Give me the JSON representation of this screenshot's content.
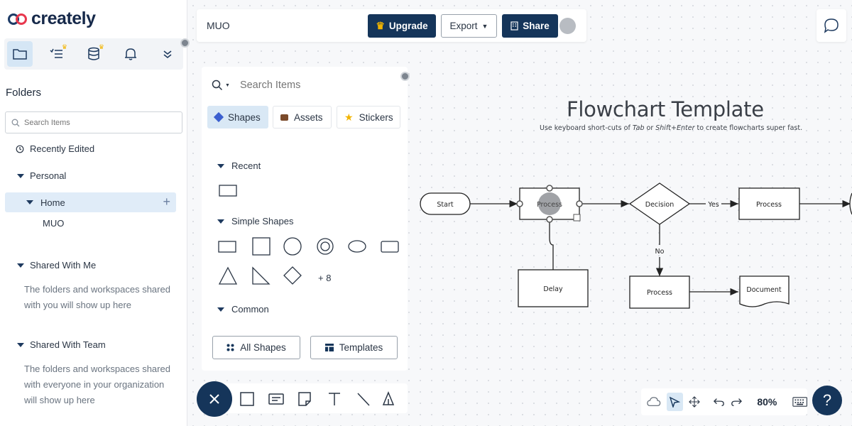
{
  "brand": {
    "name": "creately"
  },
  "sidebar": {
    "folders_title": "Folders",
    "search_placeholder": "Search Items",
    "recently_edited": "Recently Edited",
    "personal": "Personal",
    "home": "Home",
    "muo": "MUO",
    "shared_with_me": "Shared With Me",
    "shared_with_me_desc_1": "The folders and workspaces shared",
    "shared_with_me_desc_2": "with you will show up here",
    "shared_with_team": "Shared With Team",
    "shared_with_team_desc_1": "The folders and workspaces shared",
    "shared_with_team_desc_2": "with everyone in your organization",
    "shared_with_team_desc_3": "will show up here"
  },
  "topbar": {
    "doc_title": "MUO",
    "upgrade": "Upgrade",
    "export": "Export",
    "share": "Share"
  },
  "panel": {
    "search_placeholder": "Search Items",
    "tabs": [
      "Shapes",
      "Assets",
      "Stickers"
    ],
    "recent": "Recent",
    "simple_shapes": "Simple Shapes",
    "more_count": "+ 8",
    "common": "Common",
    "all_shapes": "All Shapes",
    "templates": "Templates"
  },
  "canvas": {
    "title": "Flowchart Template",
    "subtitle_pre": "Use keyboard short-cuts of ",
    "subtitle_tab": "Tab",
    "subtitle_mid": " or ",
    "subtitle_shift": "Shift+Enter",
    "subtitle_post": " to create flowcharts super fast.",
    "nodes": {
      "start": "Start",
      "process1": "Process",
      "decision": "Decision",
      "process2": "Process",
      "delay": "Delay",
      "process3": "Process",
      "document": "Document",
      "yes": "Yes",
      "no": "No"
    }
  },
  "zoom": {
    "level": "80%"
  },
  "help": {
    "label": "?"
  },
  "colors": {
    "primary": "#15355a",
    "accent_light": "#d9e8f5",
    "crown": "#f2b400"
  }
}
